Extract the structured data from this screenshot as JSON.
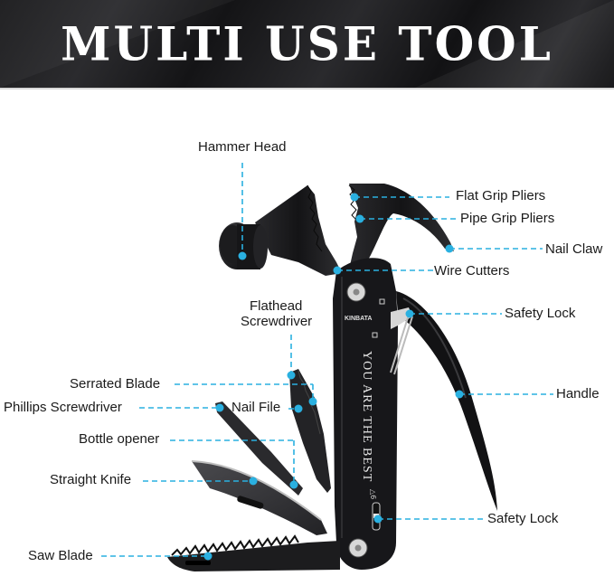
{
  "banner": {
    "title": "MULTI USE TOOL"
  },
  "product": {
    "brand": "KINBATA",
    "engraving": "YOU ARE THE BEST"
  },
  "colors": {
    "callout": "#2ab0e0",
    "tool_body": "#1c1c1e",
    "banner_bg": "#1a1a1c",
    "text": "#1a1a1a"
  },
  "callouts": [
    {
      "id": "hammer-head",
      "label": "Hammer Head"
    },
    {
      "id": "flat-grip-pliers",
      "label": "Flat Grip Pliers"
    },
    {
      "id": "pipe-grip-pliers",
      "label": "Pipe Grip Pliers"
    },
    {
      "id": "nail-claw",
      "label": "Nail Claw"
    },
    {
      "id": "wire-cutters",
      "label": "Wire Cutters"
    },
    {
      "id": "flathead-screwdriver",
      "label": "Flathead\nScrewdriver",
      "line1": "Flathead",
      "line2": "Screwdriver"
    },
    {
      "id": "safety-lock-top",
      "label": "Safety Lock"
    },
    {
      "id": "serrated-blade",
      "label": "Serrated Blade"
    },
    {
      "id": "handle",
      "label": "Handle"
    },
    {
      "id": "phillips-screwdriver",
      "label": "Phillips Screwdriver"
    },
    {
      "id": "nail-file",
      "label": "Nail File"
    },
    {
      "id": "bottle-opener",
      "label": "Bottle opener"
    },
    {
      "id": "straight-knife",
      "label": "Straight Knife"
    },
    {
      "id": "safety-lock-bottom",
      "label": "Safety Lock"
    },
    {
      "id": "saw-blade",
      "label": "Saw Blade"
    }
  ]
}
